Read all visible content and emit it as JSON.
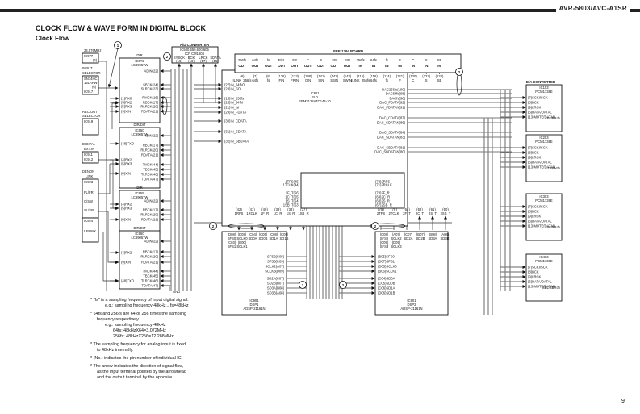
{
  "header": {
    "model": "AVR-5803/AVC-A1SR",
    "title": "CLOCK FLOW & WAVE FORM IN DIGITAL BLOCK",
    "subtitle": "Clock Flow",
    "page_number": "9"
  },
  "markers": [
    "1",
    "2"
  ],
  "left_blocks": {
    "osc": {
      "freq": "24.576MHz",
      "ic": "IC977",
      "pin": "(6)"
    },
    "input_selector": {
      "label1": "INPUT",
      "label2": "SELECTOR",
      "part1": "SN74HC",
      "part2": "151APW",
      "pin": "(6)",
      "ic": "IC917"
    },
    "rec_out": {
      "label1": "REC OUT",
      "label2": "SELECTOR",
      "ic": "IC919"
    },
    "digital_ext": {
      "label1": "DIGITAL",
      "label2": "EXT.IN",
      "ic1": "IC911",
      "ic2": "IC912"
    },
    "denon_link": {
      "label1": "DENON",
      "label2": "LINK",
      "ic": "IC923",
      "pins": [
        "FL/FR",
        "C/SW",
        "SL/SR"
      ]
    },
    "uplink": {
      "ic": "IC924",
      "label": "UPLINK"
    }
  },
  "dir_chips": [
    {
      "title": "DIR",
      "ic": "IC6?2",
      "part": "LC89057W",
      "left": [
        "(1)RX0",
        "(3)RX2",
        "(5)RX3",
        "(9)XIN"
      ],
      "right": [
        "ADIN(22)",
        "SBCK(24)",
        "SLRCK(23)",
        "RMCK(16)",
        "RBCK(17)",
        "RLRCK(20)",
        "RDATA(21)"
      ]
    },
    {
      "title": "DIR/DIT",
      "ic": "IC650",
      "part": "LC89057W",
      "left": [
        "(48)TXO",
        "(4)RX2",
        "(5)RX3",
        "(9)XIN"
      ],
      "right": [
        "ADIN(22)",
        "RBCK(17)",
        "RLRCK(20)",
        "RDATA(21)",
        "TMCK(44)",
        "TBCK(45)",
        "TLRCK(46)",
        "TDATA(47)"
      ]
    },
    {
      "title": "DIR",
      "ic": "IC655",
      "part": "LC89057W",
      "left": [
        "(4)RX2",
        "(5)RX3",
        "(9)XIN"
      ],
      "right": [
        "ADIN(22)",
        "RBCK(17)",
        "RLRCK(20)",
        "RDATA(21)"
      ]
    },
    {
      "title": "DIR/DIT",
      "ic": "IC660",
      "part": "LC89057W",
      "left": [
        "(4)RX2",
        "(9)XIN",
        "(48)TXO"
      ],
      "right": [
        "ADIN(22)",
        "RBCK(17)",
        "RLRCK(20)",
        "RDATA(21)",
        "TMCK(44)",
        "TBCK(45)",
        "TLRCK(46)",
        "TDATA(47)"
      ],
      "gnd": "GND"
    }
  ],
  "ad_converter": {
    "title": "A/D CONVERTER",
    "ic": "IC500,650,600,605",
    "part": "ICP CM1804",
    "pins": [
      {
        "name": "SYSCK",
        "num": "(16)"
      },
      {
        "name": "BCK",
        "num": "(16)"
      },
      {
        "name": "LRCK",
        "num": "(17)"
      },
      {
        "name": "SDATA",
        "num": "(15)"
      }
    ]
  },
  "ieee_board": {
    "title": "IEEE 1394 BOARD",
    "outs": [
      [
        "256fs",
        "OUT"
      ],
      [
        "64fs",
        "OUT"
      ],
      [
        "fs",
        "OUT"
      ],
      [
        "F/FL",
        "OUT"
      ],
      [
        "FR",
        "OUT"
      ],
      [
        "C",
        "OUT"
      ],
      [
        "S",
        "OUT"
      ],
      [
        "SB",
        "OUT"
      ],
      [
        "SW",
        "OUT"
      ],
      [
        "256fs",
        "IN"
      ],
      [
        "64fs",
        "IN"
      ],
      [
        "fs",
        "IN"
      ],
      [
        "F",
        "IN"
      ],
      [
        "C",
        "IN"
      ],
      [
        "S",
        "IN"
      ],
      [
        "SB",
        "IN"
      ]
    ],
    "pld_pins": [
      [
        "(6)",
        "ILINK_256fs"
      ],
      [
        "(7)",
        "64fs"
      ],
      [
        "(8)",
        "fs"
      ],
      [
        "(136)",
        "FIN"
      ],
      [
        "(133)",
        "FRIN"
      ],
      [
        "(138)",
        "CIN"
      ],
      [
        "(141)",
        "SIN"
      ],
      [
        "(142)",
        "SBIN"
      ],
      [
        "(143)",
        "SWIN"
      ],
      [
        "(115)",
        "ILINK_256fs"
      ],
      [
        "(116)",
        "64fs"
      ],
      [
        "(114)",
        "fs"
      ],
      [
        "(121)",
        "F"
      ],
      [
        "(120)",
        "C"
      ],
      [
        "(123)",
        "S"
      ],
      [
        "(124)",
        "SB"
      ]
    ]
  },
  "pld": {
    "ic": "IC611",
    "name": "PLD",
    "part": "EPM3128ATC144-10",
    "left_pins": [
      "(27)IN_64fsO",
      "(28)IN_SO",
      "(18)IN_256fs",
      "(23)IN_64fsI",
      "(21)IN_fsI",
      "(29)IN_FDATA",
      "(30)IN_CDATA",
      "(31)IN_SDATA",
      "(32)IN_SBDATA"
    ],
    "right_pins": [
      "DAC256fs(100)",
      "DAC64fs(98)",
      "DACfs(96)",
      "DAC_FDATA(92)",
      "DAC_FDATAN(91)",
      "DAC_CDATA(87)",
      "DAC_CDATAN(86)",
      "DAC_SDATA(84)",
      "DAC_SDATAN(83)",
      "DAC_SBDATA(81)",
      "DAC_SBDATAN(80)"
    ],
    "inner_left": [
      "1TFS(45)",
      "1TCLK(44)",
      "1F_T(56)",
      "1C_T(55)",
      "1S_T(54)",
      "1SB_T(53)"
    ],
    "inner_right": [
      "(72)2RFS",
      "(71)2RCLK",
      "(70)2F_R",
      "(69)2C_R",
      "(68)2S_R",
      "(67)2SB_R"
    ],
    "bottom_left": [
      [
        "(42)",
        "1RFS"
      ],
      [
        "(41)",
        "1RCLK"
      ],
      [
        "(40)",
        "1F_R"
      ],
      [
        "(39)",
        "1C_R"
      ],
      [
        "(38)",
        "1S_R"
      ],
      [
        "(37)",
        "1SB_R"
      ]
    ],
    "bottom_right": [
      [
        "(78)",
        "2TFS"
      ],
      [
        "(76)",
        "2TCLK"
      ],
      [
        "(64)",
        "2F_T"
      ],
      [
        "(62)",
        "2C_T"
      ],
      [
        "(61)",
        "2S_T"
      ],
      [
        "(60)",
        "2SB_T"
      ]
    ]
  },
  "dsp1": {
    "ic": "IC901",
    "name": "DSP1",
    "part": "ADSP-21161N",
    "top_pins": [
      [
        "(D08)",
        "SFS0"
      ],
      [
        "(D08)",
        "SCLK0"
      ],
      [
        "(C04)",
        "SD0A"
      ],
      [
        "(C05)",
        "SD0B"
      ],
      [
        "(C08)",
        "SD1A"
      ],
      [
        "(C09)",
        "SD1B"
      ]
    ],
    "top_pins2": [
      [
        "(C03)",
        "SFS1"
      ],
      [
        "(B00)",
        "SCLK1"
      ]
    ],
    "right_pins": [
      "SFS2(C08)",
      "SFS3(C09)",
      "SCLK2(A07)",
      "SCLK3(D09)",
      "SD2A(C07)",
      "SD2B(B07)",
      "SD3A(B08)",
      "SD3B(A08)"
    ]
  },
  "dsp2": {
    "ic": "IC901",
    "name": "DSP2",
    "part": "ADSP-21161N",
    "top_pins": [
      [
        "(C08)",
        "SFS2"
      ],
      [
        "(A07)",
        "SCLK2"
      ],
      [
        "(C07)",
        "SD2A"
      ],
      [
        "(B07)",
        "SD2B"
      ],
      [
        "(B08)",
        "SD3A"
      ],
      [
        "(A08)",
        "SD3B"
      ]
    ],
    "top_pins2": [
      [
        "(C09)",
        "SFS3"
      ],
      [
        "(D09)",
        "SCLK3"
      ]
    ],
    "left_pins": [
      "(B05)SFS0",
      "(D07)SFS1",
      "(D05)SCLK0",
      "(B06)SCLK1",
      "(C04)SD0A",
      "(C05)SD0B",
      "(C06)SD1A",
      "(D06)SD1B"
    ]
  },
  "dac": {
    "title": "D/A CONVERTER",
    "chips": [
      {
        "ic": "IC103",
        "part": "PCM1738E",
        "ch": "FL/FRch"
      },
      {
        "ic": "IC203",
        "part": "PCM1738E",
        "ch": "C/SWch"
      },
      {
        "ic": "IC303",
        "part": "PCM1738E",
        "ch": "SL/SRch"
      },
      {
        "ic": "IC403",
        "part": "PCM1738E",
        "ch": "SBL/SBRch"
      }
    ],
    "pins": [
      "(7)SCKI/SCK",
      "(8)BCK",
      "(9)LRCK",
      "(6)DATA/DATAL",
      "(13)MUTE/DATAR"
    ]
  },
  "notes": [
    {
      "lines": [
        "\"fs\" is a sampling frequency of input digital signal.",
        "e.g.: sampling frequency 48kHz→fs=48kHz"
      ]
    },
    {
      "lines": [
        "64fs and 256fs are 64 or 256 times the sampling",
        "fequency respectively.",
        "e.g.: sampling frequency 48kHz",
        "64fs: 48kHzX64=3.072MHz",
        "256fs: 48kHzX256=12.288MHz"
      ]
    },
    {
      "lines": [
        "The sampling frequency for analog input is fixed",
        "to 48kHz internally."
      ]
    },
    {
      "lines": [
        "(No.) indicates the pin number of individual IC."
      ]
    },
    {
      "lines": [
        "The arrow indicates the direction of signal flow,",
        "as the input terminal pointed by the arrowhead",
        "and the output terminal by the opposite."
      ]
    }
  ]
}
